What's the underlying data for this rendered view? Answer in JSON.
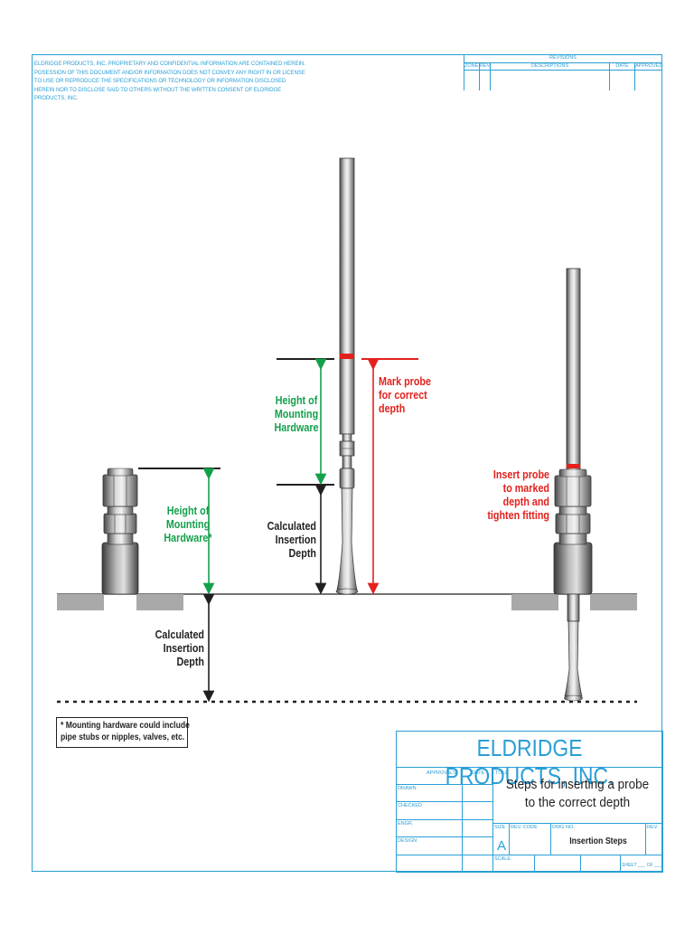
{
  "proprietary_notice": "ELDRIDGE PRODUCTS, INC. PROPRIETARY AND CONFIDENTIAL INFORMATION ARE CONTAINED HEREIN. POSESSION OF THIS DOCUMENT AND/OR INFORMATION DOES NOT CONVEY ANY RIGHT IN OR LICENSE TO USE OR REPRODUCE THE SPECIFICATIONS OR TECHNOLOGY OR INFORMATION DISCLOSED HEREIN NOR TO DISCLOSE SAID TO OTHERS WITHOUT THE WRITTEN CONSENT OF ELDRIDGE PRODUCTS, INC.",
  "revisions": {
    "heading": "REVISIONS",
    "columns": [
      "ZONE",
      "REV",
      "DESCRIPTIONS",
      "DATE",
      "APPROVED"
    ]
  },
  "labels": {
    "step1_height": "Height of\nMounting\nHardware*",
    "step1_depth": "Calculated\nInsertion\nDepth",
    "step2_height": "Height of\nMounting\nHardware",
    "step2_depth": "Calculated\nInsertion\nDepth",
    "step2_mark": "Mark probe\nfor correct\ndepth",
    "step3_insert": "Insert probe\nto marked\ndepth and\ntighten fitting"
  },
  "footnote": {
    "line1": "* Mounting hardware could include",
    "line2": "pipe stubs or nipples, valves, etc."
  },
  "title_block": {
    "company": "ELDRIDGE PRODUCTS, INC.",
    "approvals": "APPROVALS",
    "date": "DATE",
    "title_label": "TITLE",
    "title": "Steps for inserting a probe\nto the correct depth",
    "rows": [
      "DRAWN",
      "CHECKED",
      "ENGR.",
      "DESIGN"
    ],
    "size_label": "SIZE",
    "size_value": "A",
    "rev_code": "REV. CODE",
    "dwg_no": "DWG NO.",
    "dwg_value": "Insertion Steps",
    "rev": "REV.",
    "scale": "SCALE",
    "sheet": "SHEET ___ OF ___"
  },
  "colors": {
    "blue": "#2a9fd6",
    "green": "#13a04b",
    "red": "#e3211c",
    "black": "#231f20"
  }
}
